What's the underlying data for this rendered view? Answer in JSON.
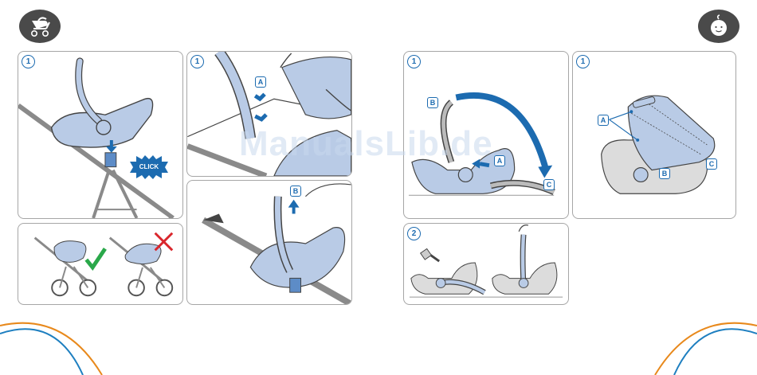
{
  "watermark": "ManualsLib.de",
  "steps": {
    "p1": "1",
    "p2": "1",
    "p3": "1",
    "p4": "1",
    "p5": "2"
  },
  "labels": {
    "a": "A",
    "b": "B",
    "c": "C"
  },
  "click": "CLICK",
  "icons": {
    "left_badge": "stroller-icon",
    "right_badge": "baby-face-icon",
    "ok": "checkmark-icon",
    "not_ok": "cross-icon"
  },
  "colors": {
    "accent_blue": "#1c6bb0",
    "seat_fill": "#b9cbe6",
    "badge": "#4a4a4a",
    "swoosh_orange": "#e8891c",
    "swoosh_blue": "#1e7fc0",
    "ok_green": "#2aa84a",
    "no_red": "#d9262c"
  }
}
